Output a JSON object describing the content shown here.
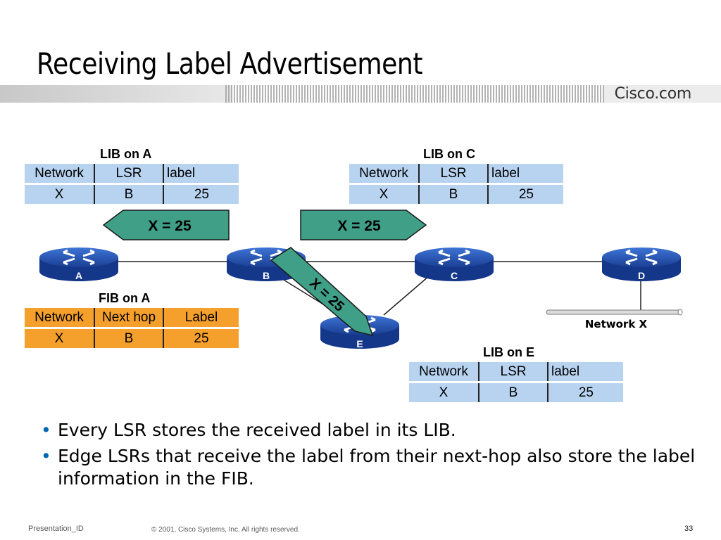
{
  "title": "Receiving Label Advertisement",
  "logo": "Cisco.com",
  "tables": {
    "lib_a": {
      "caption": "LIB on A",
      "headers": [
        "Network",
        "LSR",
        "label"
      ],
      "row": [
        "X",
        "B",
        "25"
      ]
    },
    "lib_c": {
      "caption": "LIB on C",
      "headers": [
        "Network",
        "LSR",
        "label"
      ],
      "row": [
        "X",
        "B",
        "25"
      ]
    },
    "fib_a": {
      "caption": "FIB on A",
      "headers": [
        "Network",
        "Next hop",
        "Label"
      ],
      "row": [
        "X",
        "B",
        "25"
      ]
    },
    "lib_e": {
      "caption": "LIB on E",
      "headers": [
        "Network",
        "LSR",
        "label"
      ],
      "row": [
        "X",
        "B",
        "25"
      ]
    }
  },
  "arrows": {
    "to_a": "X = 25",
    "to_c": "X = 25",
    "to_e": "X = 25"
  },
  "routers": {
    "a": "A",
    "b": "B",
    "c": "C",
    "d": "D",
    "e": "E"
  },
  "network_label": "Network X",
  "bullets": [
    "Every LSR stores the received label in its LIB.",
    "Edge LSRs that receive the label from their next-hop also store the label information in the FIB."
  ],
  "footer": {
    "left": "Presentation_ID",
    "center": "© 2001, Cisco Systems, Inc. All rights reserved.",
    "page": "33"
  },
  "colors": {
    "lib_table": "#b7d3f0",
    "fib_table": "#f5a02d",
    "arrow_fill": "#3f9f87",
    "router_body": "#1e4aa0",
    "bullet": "#0066b3"
  }
}
